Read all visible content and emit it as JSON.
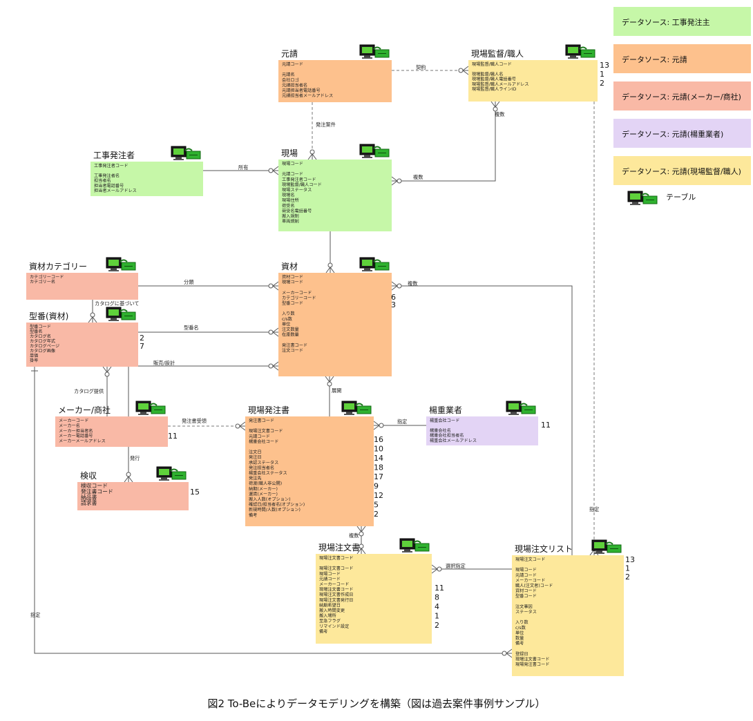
{
  "colors": {
    "client": "#c6f7a8",
    "prime": "#fdc18d",
    "maker": "#f9b9a6",
    "lifting": "#e3d4f5",
    "site": "#fde89b",
    "line": "#555555",
    "dashed": "#777777"
  },
  "icon": "table-icon",
  "entities": [
    {
      "key": "genuke",
      "title": "元請",
      "style": "prime",
      "fields": [
        "元請コード",
        "",
        "元請名",
        "会社ロゴ",
        "元請担当者名",
        "元請担当者電話番号",
        "元請担当者メールアドレス"
      ],
      "notes": []
    },
    {
      "key": "genba-kantoku",
      "title": "現場監督/職人",
      "style": "site",
      "fields": [
        "現場監督/職人コード",
        "",
        "現場監督/職人名",
        "現場監督/職人電話番号",
        "現場監督/職人メールアドレス",
        "現場監督/職人ラインID"
      ],
      "notes": [
        "13",
        "1",
        "2"
      ]
    },
    {
      "key": "koji-hacchusha",
      "title": "工事発注者",
      "style": "client",
      "fields": [
        "工事発注者コード",
        "",
        "工事発注者名",
        "担当者名",
        "担当者電話番号",
        "担当者メールアドレス"
      ],
      "notes": []
    },
    {
      "key": "genba",
      "title": "現場",
      "style": "client",
      "fields": [
        "現場コード",
        "",
        "元請コード",
        "工事発注者コード",
        "現場監督/職人コード",
        "現場ステータス",
        "現場名",
        "現場住所",
        "荷受名",
        "荷受名電話番号",
        "搬入規制",
        "車両規制"
      ],
      "notes": []
    },
    {
      "key": "shizai-category",
      "title": "資材カテゴリー",
      "style": "maker",
      "fields": [
        "カテゴリーコード",
        "カテゴリー名"
      ],
      "notes": []
    },
    {
      "key": "shizai",
      "title": "資材",
      "style": "prime",
      "fields": [
        "資材コード",
        "現場コード",
        "",
        "メーカーコード",
        "カテゴリーコード",
        "型番コード",
        "",
        "入り数",
        "c/s数",
        "単位",
        "注文数量",
        "在庫数量",
        "",
        "発注書コード",
        "注文コード"
      ],
      "notes": [
        "6",
        "3"
      ]
    },
    {
      "key": "kataban",
      "title": "型番(資材)",
      "style": "maker",
      "fields": [
        "型番コード",
        "型番名",
        "カタログ名",
        "カタログ年式",
        "カタログページ",
        "カタログ画像",
        "単価",
        "掛率"
      ],
      "notes": [
        "2",
        "7"
      ]
    },
    {
      "key": "maker",
      "title": "メーカー/商社",
      "style": "maker",
      "fields": [
        "メーカーコード",
        "メーカー名",
        "メーカー担当者名",
        "メーカー電話番号",
        "メーカーメールアドレス"
      ],
      "notes": [
        "11"
      ]
    },
    {
      "key": "genba-hacchusho",
      "title": "現場発注書",
      "style": "prime",
      "fields": [
        "発注書コード",
        "",
        "現場注文書コード",
        "元請コード",
        "楊重会社コード",
        "",
        "注文日",
        "発注日",
        "承認ステータス",
        "発注担当者名",
        "楊重会社ステータス",
        "発注先",
        "荷渡(職人非公開)",
        "納期(メーカー)",
        "運賃(メーカー)",
        "搬入人数(オプション)",
        "確認日/担当者名(オプション)",
        "新規時間/人数(オプション)",
        "備考"
      ],
      "notes": [
        "16",
        "10",
        "14",
        "18",
        "17",
        "9",
        "12",
        "5",
        "2"
      ]
    },
    {
      "key": "yoju",
      "title": "楊重業者",
      "style": "lifting",
      "fields": [
        "楊重会社コード",
        "",
        "楊重会社名",
        "楊重会社担当者名",
        "楊重会社メールアドレス"
      ],
      "notes": [
        "11"
      ]
    },
    {
      "key": "kenshu",
      "title": "検収",
      "style": "maker",
      "fields": [
        "検収コード",
        "発注書コード",
        "納品書",
        "請求書"
      ],
      "notes": [
        "15"
      ]
    },
    {
      "key": "genba-chumonsho",
      "title": "現場注文書",
      "style": "site",
      "fields": [
        "現場注文書コード",
        "",
        "現場注文書コード",
        "現場コード",
        "元請コード",
        "メーカーコード",
        "現場注文書コード",
        "現場注文書作成日",
        "現場注文書発行日",
        "納期希望日",
        "搬入時間変更",
        "搬入場所",
        "至急フラグ",
        "リマインド設定",
        "備考"
      ],
      "notes": [
        "11",
        "8",
        "4",
        "1",
        "2"
      ]
    },
    {
      "key": "genba-chumon-list",
      "title": "現場注文リスト",
      "style": "site",
      "fields": [
        "現場注文コード",
        "",
        "現場コード",
        "元請コード",
        "メーカーコード",
        "職人(注文者)コード",
        "資材コード",
        "型番コード",
        "",
        "注文事因",
        "ステータス",
        "",
        "入り数",
        "c/s数",
        "単位",
        "数量",
        "備考",
        "",
        "登録日",
        "現場注文書コード",
        "現場発注書コード"
      ],
      "notes": [
        "13",
        "1",
        "2"
      ]
    }
  ],
  "relations": [
    {
      "key": "keiyaku",
      "label": "契約"
    },
    {
      "key": "hacchu-anken",
      "label": "発注案件"
    },
    {
      "key": "shoyu",
      "label": "所有"
    },
    {
      "key": "fukusu-genba",
      "label": "複数"
    },
    {
      "key": "fukusu-kantoku",
      "label": "複数"
    },
    {
      "key": "bunrui",
      "label": "分類"
    },
    {
      "key": "fukusu-shizai",
      "label": "複数"
    },
    {
      "key": "catalog-kiso",
      "label": "カタログに基づいて"
    },
    {
      "key": "kataban-mei",
      "label": "型番名"
    },
    {
      "key": "hanbai-sekkei",
      "label": "販売/設計"
    },
    {
      "key": "catalog-teikyo",
      "label": "カタログ提供"
    },
    {
      "key": "tenkai",
      "label": "展開"
    },
    {
      "key": "hacchusho-juryo",
      "label": "発注書受領"
    },
    {
      "key": "shitei-yoju",
      "label": "指定"
    },
    {
      "key": "hakko",
      "label": "発行"
    },
    {
      "key": "fukusu-chumonsho",
      "label": "複数"
    },
    {
      "key": "sentaku-shitei",
      "label": "選択指定"
    },
    {
      "key": "shitei-list",
      "label": "指定"
    },
    {
      "key": "shitei-bottom",
      "label": "指定"
    }
  ],
  "legend": [
    {
      "style": "client",
      "label": "データソース: 工事発注主"
    },
    {
      "style": "prime",
      "label": "データソース: 元請"
    },
    {
      "style": "maker",
      "label": "データソース: 元請(メーカー/商社)"
    },
    {
      "style": "lifting",
      "label": "データソース: 元請(楊重業者)"
    },
    {
      "style": "site",
      "label": "データソース: 元請(現場監督/職人)"
    }
  ],
  "legend_icon_label": "テーブル",
  "caption": "図2 To-Beによりデータモデリングを構築（図は過去案件事例サンプル）"
}
